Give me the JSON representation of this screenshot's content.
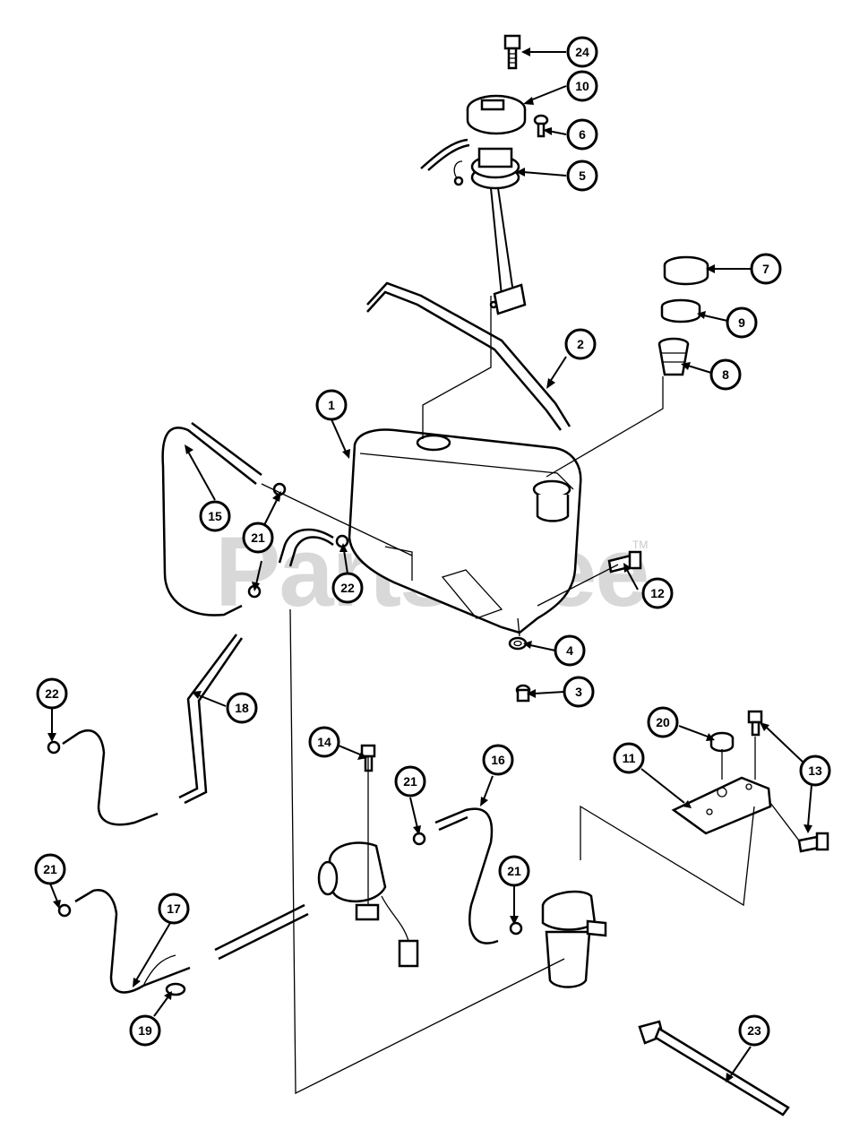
{
  "watermark": {
    "text": "PartsTree",
    "tm": "TM"
  },
  "callouts": [
    {
      "id": "c24",
      "label": "24"
    },
    {
      "id": "c10",
      "label": "10"
    },
    {
      "id": "c6",
      "label": "6"
    },
    {
      "id": "c5",
      "label": "5"
    },
    {
      "id": "c7",
      "label": "7"
    },
    {
      "id": "c9",
      "label": "9"
    },
    {
      "id": "c2",
      "label": "2"
    },
    {
      "id": "c8",
      "label": "8"
    },
    {
      "id": "c1",
      "label": "1"
    },
    {
      "id": "c15",
      "label": "15"
    },
    {
      "id": "c21a",
      "label": "21"
    },
    {
      "id": "c22a",
      "label": "22"
    },
    {
      "id": "c12",
      "label": "12"
    },
    {
      "id": "c4",
      "label": "4"
    },
    {
      "id": "c3",
      "label": "3"
    },
    {
      "id": "c22b",
      "label": "22"
    },
    {
      "id": "c18",
      "label": "18"
    },
    {
      "id": "c14",
      "label": "14"
    },
    {
      "id": "c21b",
      "label": "21"
    },
    {
      "id": "c16",
      "label": "16"
    },
    {
      "id": "c20",
      "label": "20"
    },
    {
      "id": "c11",
      "label": "11"
    },
    {
      "id": "c13",
      "label": "13"
    },
    {
      "id": "c21c",
      "label": "21"
    },
    {
      "id": "c17",
      "label": "17"
    },
    {
      "id": "c21d",
      "label": "21"
    },
    {
      "id": "c19",
      "label": "19"
    },
    {
      "id": "c23",
      "label": "23"
    }
  ]
}
